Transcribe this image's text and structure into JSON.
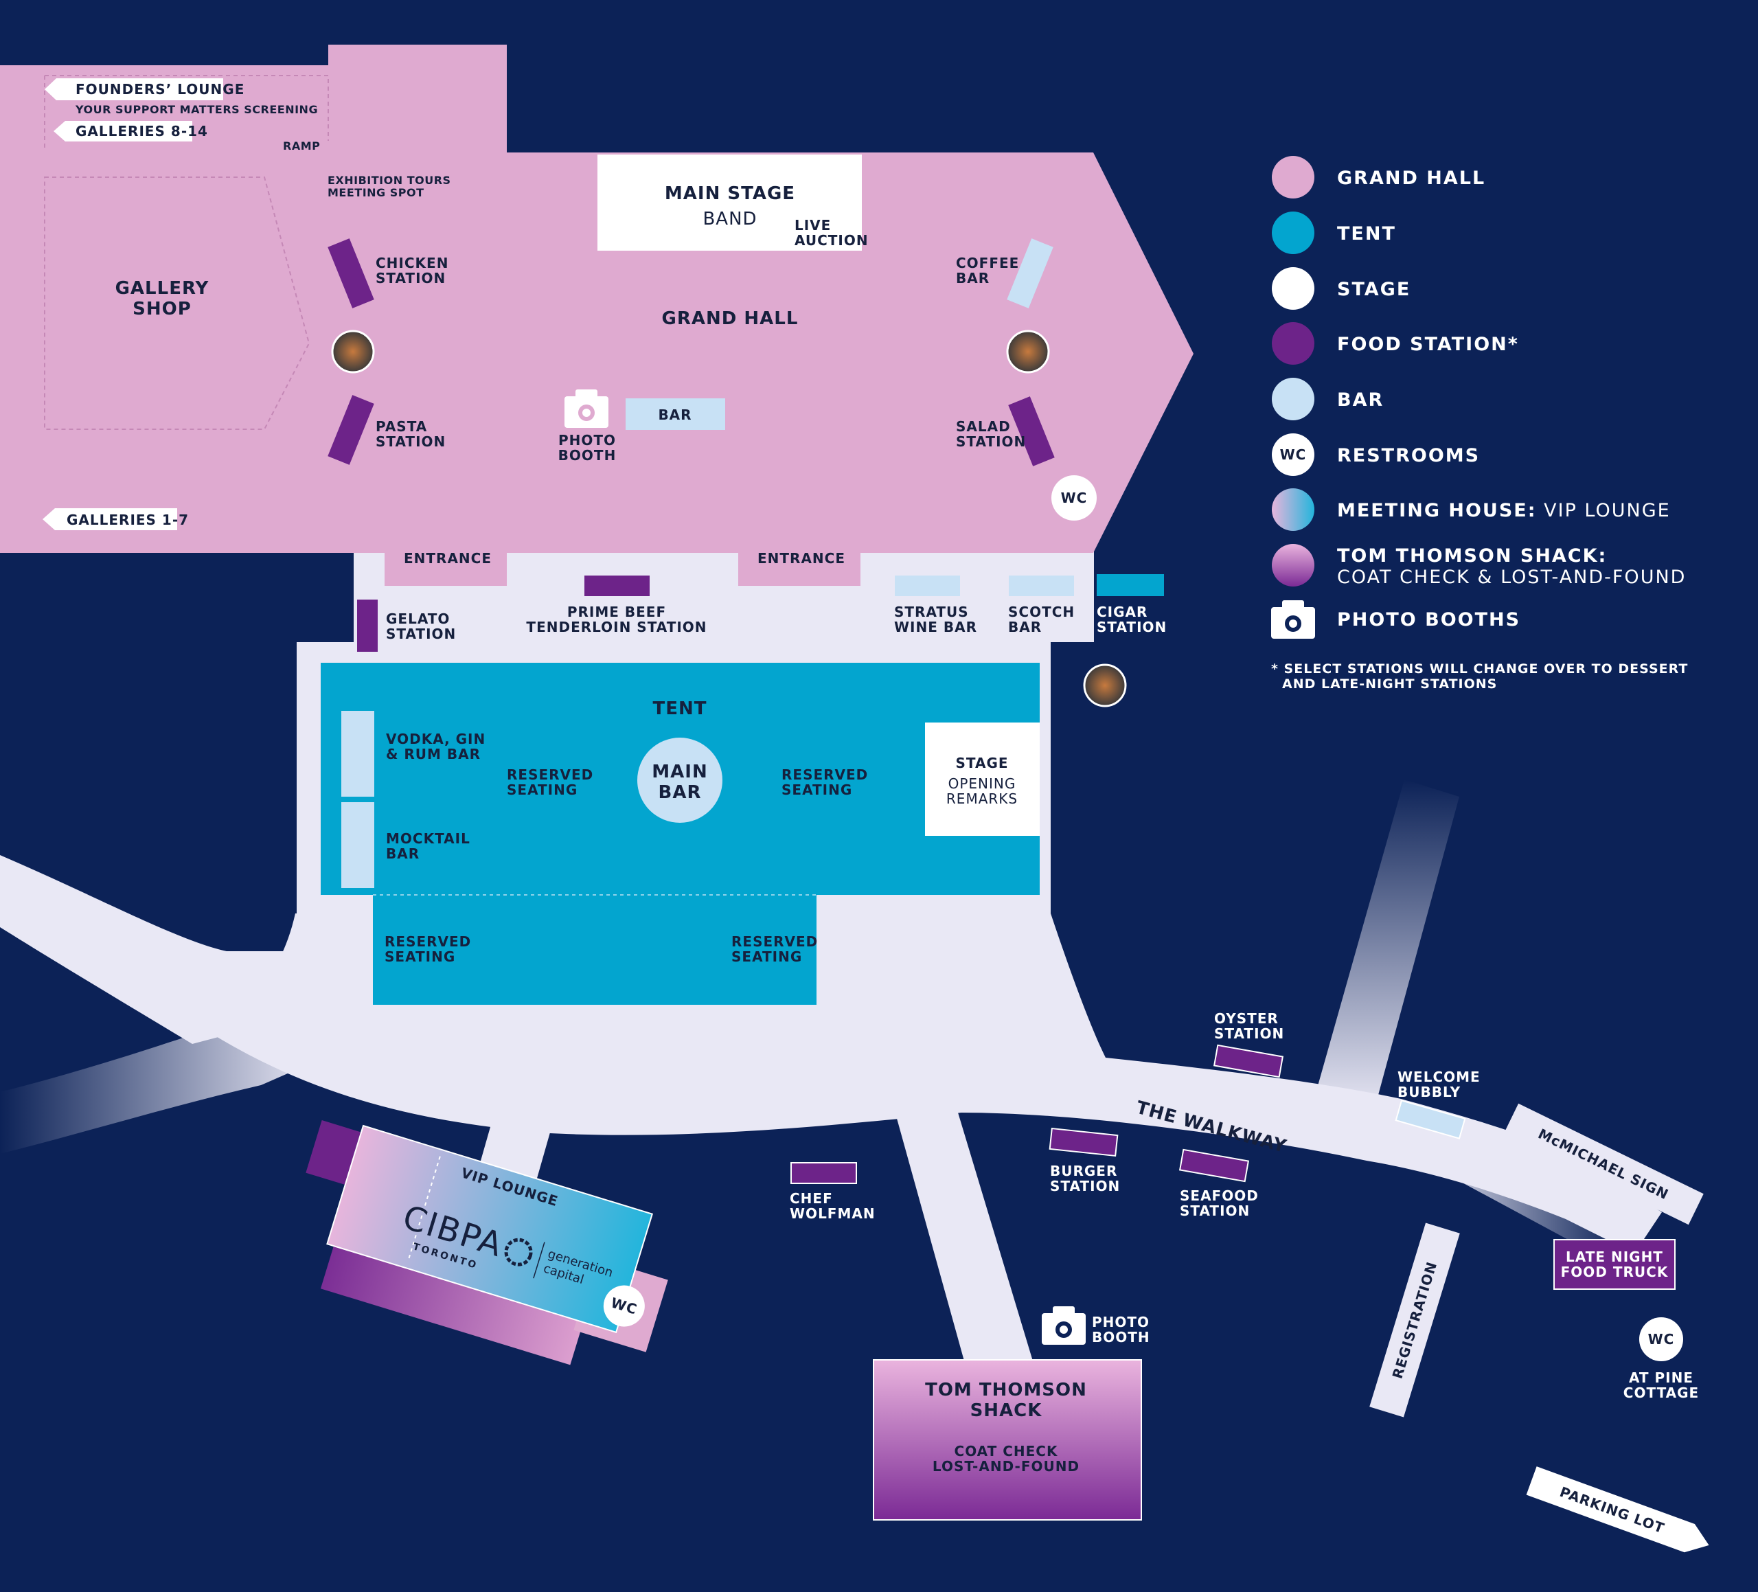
{
  "colors": {
    "background": "#0c2257",
    "grand_hall": "#dfaad0",
    "tent": "#03a5cf",
    "stage": "#ffffff",
    "food_station": "#6d2389",
    "bar": "#c8e1f5",
    "walkway": "#e9e8f5"
  },
  "grand_hall": {
    "title": "GRAND HALL",
    "founders_lounge": "FOUNDERS’ LOUNGE",
    "your_support": "YOUR SUPPORT MATTERS SCREENING",
    "galleries_8_14": "GALLERIES 8-14",
    "ramp": "RAMP",
    "exhibition_tours": [
      "EXHIBITION TOURS",
      "MEETING SPOT"
    ],
    "gallery_shop": [
      "GALLERY",
      "SHOP"
    ],
    "main_stage": "MAIN STAGE",
    "band": "BAND",
    "live_auction": [
      "LIVE",
      "AUCTION"
    ],
    "chicken_station": [
      "CHICKEN",
      "STATION"
    ],
    "pasta_station": [
      "PASTA",
      "STATION"
    ],
    "coffee_bar": [
      "COFFEE",
      "BAR"
    ],
    "salad_station": [
      "SALAD",
      "STATION"
    ],
    "bar": "BAR",
    "photo_booth": [
      "PHOTO",
      "BOOTH"
    ],
    "wc": "WC",
    "galleries_1_7": "GALLERIES 1-7",
    "entrance_left": "ENTRANCE",
    "entrance_right": "ENTRANCE"
  },
  "outside_stations": {
    "gelato": [
      "GELATO",
      "STATION"
    ],
    "prime_beef": [
      "PRIME BEEF",
      "TENDERLOIN STATION"
    ],
    "stratus": [
      "STRATUS",
      "WINE BAR"
    ],
    "scotch": [
      "SCOTCH",
      "BAR"
    ],
    "cigar": [
      "CIGAR",
      "STATION"
    ]
  },
  "tent": {
    "title": "TENT",
    "vodka_bar": [
      "VODKA, GIN",
      "& RUM BAR"
    ],
    "mocktail_bar": [
      "MOCKTAIL",
      "BAR"
    ],
    "reserved": [
      "RESERVED",
      "SEATING"
    ],
    "main_bar": [
      "MAIN",
      "BAR"
    ],
    "stage": "STAGE",
    "opening_remarks": [
      "OPENING",
      "REMARKS"
    ]
  },
  "walkway": {
    "title": "THE WALKWAY",
    "oyster": [
      "OYSTER",
      "STATION"
    ],
    "welcome_bubbly": [
      "WELCOME",
      "BUBBLY"
    ],
    "mcmichael_sign": "McMICHAEL SIGN",
    "chef_wolfman": [
      "CHEF",
      "WOLFMAN"
    ],
    "burger": [
      "BURGER",
      "STATION"
    ],
    "seafood": [
      "SEAFOOD",
      "STATION"
    ],
    "late_night": [
      "LATE NIGHT",
      "FOOD TRUCK"
    ],
    "registration": "REGISTRATION",
    "wc_pine": "WC",
    "at_pine_cottage": [
      "AT PINE",
      "COTTAGE"
    ],
    "parking_lot": "PARKING LOT",
    "photo_booth": [
      "PHOTO",
      "BOOTH"
    ]
  },
  "vip": {
    "label": "VIP LOUNGE",
    "logo_cibpa": "CIBPA",
    "logo_toronto": "TORONTO",
    "logo_gen1": "generation",
    "logo_gen2": "capital",
    "wc": "WC"
  },
  "shack": {
    "title": [
      "TOM THOMSON",
      "SHACK"
    ],
    "sub": [
      "COAT CHECK",
      "LOST-AND-FOUND"
    ]
  },
  "legend": {
    "items": [
      {
        "label": "GRAND HALL",
        "icon": "pink-circle-icon"
      },
      {
        "label": "TENT",
        "icon": "cyan-circle-icon"
      },
      {
        "label": "STAGE",
        "icon": "white-circle-icon"
      },
      {
        "label": "FOOD STATION*",
        "icon": "purple-circle-icon"
      },
      {
        "label": "BAR",
        "icon": "light-blue-circle-icon"
      },
      {
        "label": "RESTROOMS",
        "icon": "wc-circle-icon",
        "icon_text": "WC"
      },
      {
        "label": "MEETING HOUSE:",
        "label_plain": " VIP LOUNGE",
        "icon": "gradient-circle-icon"
      },
      {
        "label": "TOM THOMSON SHACK:",
        "label_line2": "COAT CHECK & LOST-AND-FOUND",
        "icon": "shack-circle-icon"
      },
      {
        "label": "PHOTO BOOTHS",
        "icon": "camera-icon"
      }
    ],
    "footnote": [
      "* SELECT STATIONS WILL CHANGE OVER TO DESSERT",
      "AND LATE-NIGHT STATIONS"
    ]
  }
}
